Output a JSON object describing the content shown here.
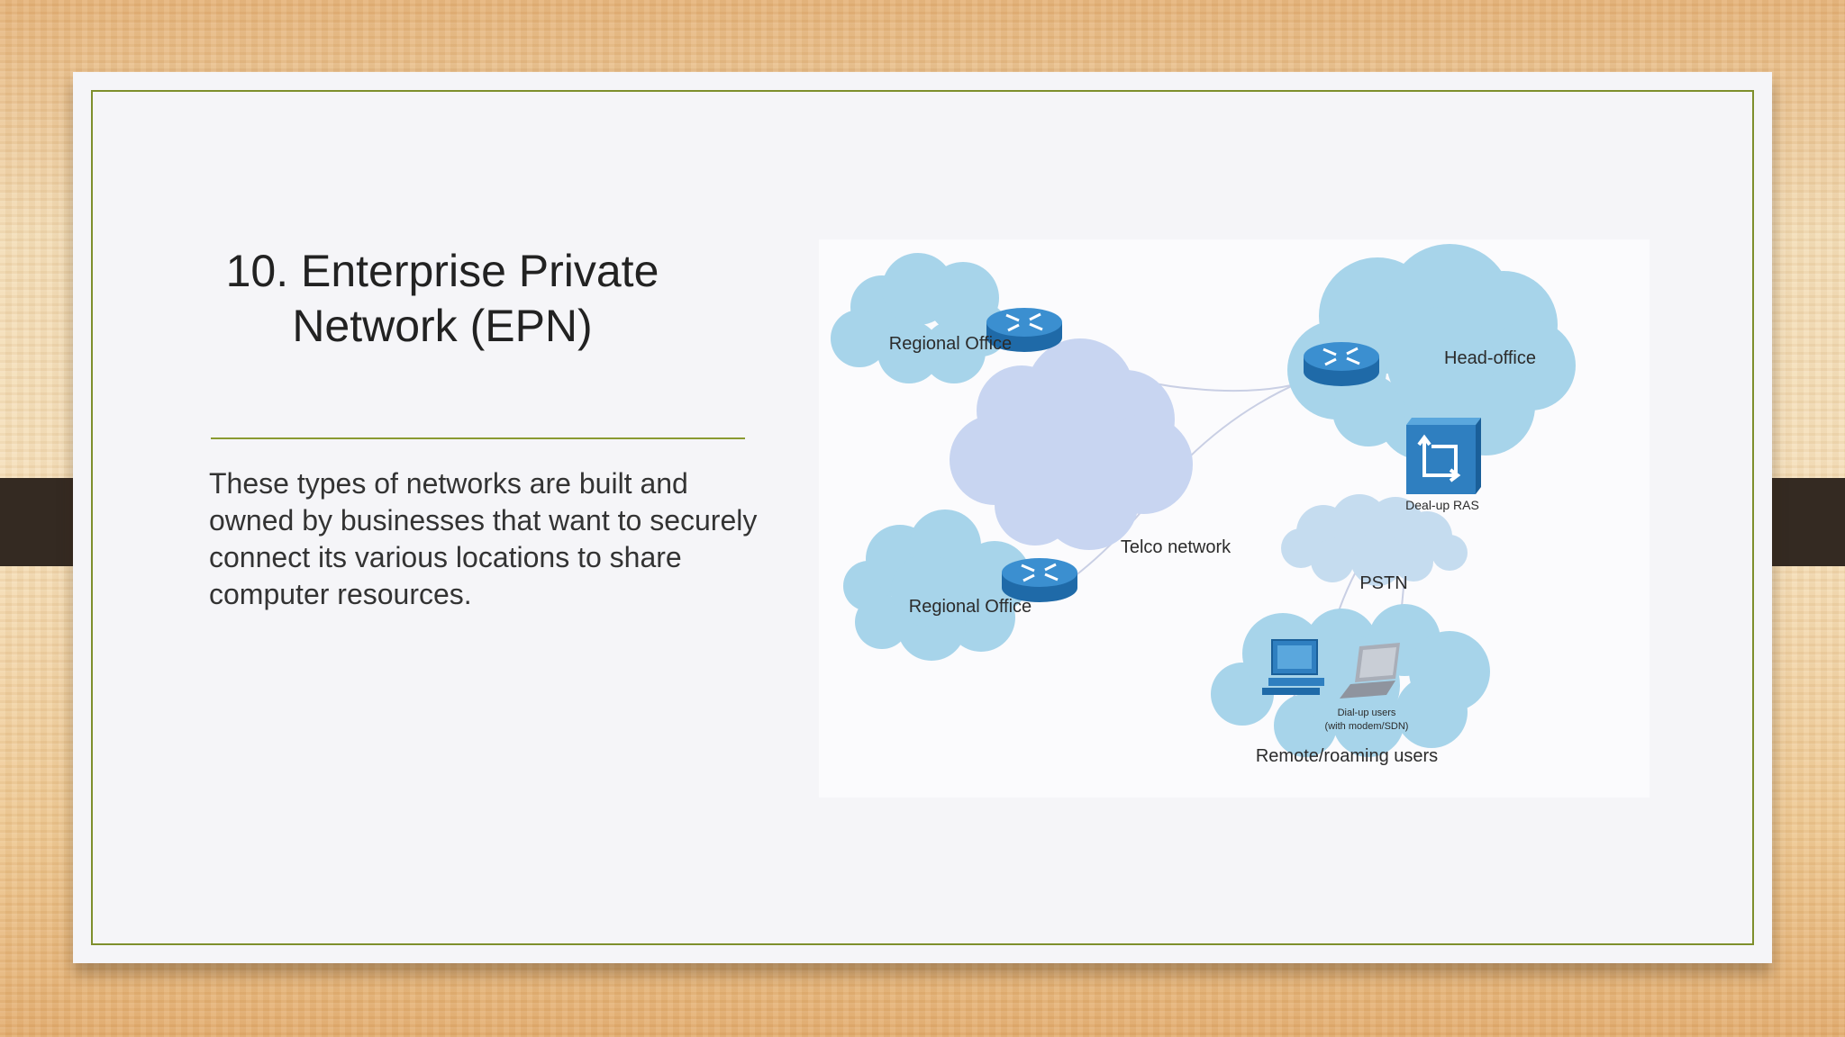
{
  "slide": {
    "title_line1": "10. Enterprise Private",
    "title_line2": "Network (EPN)",
    "description": "These types of networks are built and owned by businesses that want to securely connect its various locations to share computer resources."
  },
  "diagram": {
    "labels": {
      "regional_office_top": "Regional Office",
      "regional_office_bottom": "Regional Office",
      "head_office": "Head-office",
      "telco_network": "Telco network",
      "dialup_ras": "Deal-up RAS",
      "pstn": "PSTN",
      "dialup_users_line1": "Dial-up users",
      "dialup_users_line2": "(with modem/SDN)",
      "remote_users": "Remote/roaming users"
    },
    "icons": [
      "router-icon",
      "router-icon",
      "router-icon",
      "ras-switch-icon",
      "desktop-computer-icon",
      "laptop-icon"
    ]
  },
  "colors": {
    "frame": "#7e8f2c",
    "office_cloud": "#a7d4ea",
    "telco_cloud": "#c8d5f1",
    "pstn_cloud": "#c5dcef",
    "router": "#2f7fc0"
  }
}
